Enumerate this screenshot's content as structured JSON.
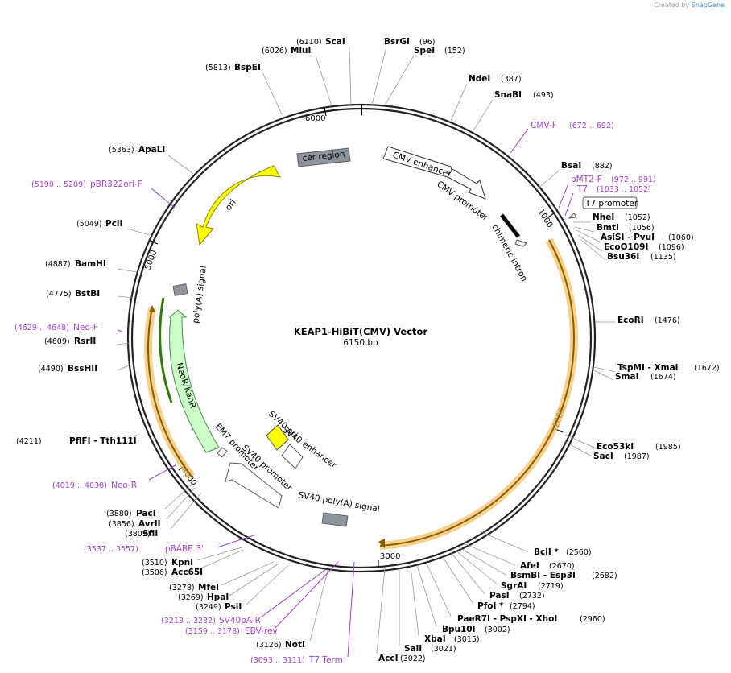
{
  "credit": {
    "prefix": "Created by",
    "brand": "SnapGene"
  },
  "title": "KEAP1-HiBiT(CMV) Vector",
  "subtitle": "6150 bp",
  "colors": {
    "backbone": "#222222",
    "primer": "#a63fd1",
    "ori": "#ffff00",
    "neo": "#cbffc8",
    "grey": "#8e959c",
    "orange": "#f3bd5b"
  },
  "ticks": [
    "1000",
    "2000",
    "3000",
    "4000",
    "5000",
    "6000"
  ],
  "enzymes": [
    {
      "name": "ScaI",
      "pos": "(6110)"
    },
    {
      "name": "BsrGI",
      "pos": "(96)"
    },
    {
      "name": "SpeI",
      "pos": "(152)"
    },
    {
      "name": "MluI",
      "pos": "(6026)"
    },
    {
      "name": "NdeI",
      "pos": "(387)"
    },
    {
      "name": "SnaBI",
      "pos": "(493)"
    },
    {
      "name": "BspEI",
      "pos": "(5813)"
    },
    {
      "name": "ApaLI",
      "pos": "(5363)"
    },
    {
      "name": "BsaI",
      "pos": "(882)"
    },
    {
      "name": "PciI",
      "pos": "(5049)"
    },
    {
      "name": "NheI",
      "pos": "(1052)"
    },
    {
      "name": "BmtI",
      "pos": "(1056)"
    },
    {
      "name": "AsiSI - PvuI",
      "pos": "(1060)"
    },
    {
      "name": "EcoO109I",
      "pos": "(1096)"
    },
    {
      "name": "Bsu36I",
      "pos": "(1135)"
    },
    {
      "name": "BamHI",
      "pos": "(4887)"
    },
    {
      "name": "BstBI",
      "pos": "(4775)"
    },
    {
      "name": "EcoRI",
      "pos": "(1476)"
    },
    {
      "name": "RsrII",
      "pos": "(4609)"
    },
    {
      "name": "TspMI - XmaI",
      "pos": "(1672)"
    },
    {
      "name": "SmaI",
      "pos": "(1674)"
    },
    {
      "name": "BssHII",
      "pos": "(4490)"
    },
    {
      "name": "PflFI - Tth111I",
      "pos": "(4211)"
    },
    {
      "name": "Eco53kI",
      "pos": "(1985)"
    },
    {
      "name": "SacI",
      "pos": "(1987)"
    },
    {
      "name": "PacI",
      "pos": "(3880)"
    },
    {
      "name": "AvrII",
      "pos": "(3856)"
    },
    {
      "name": "SfiI",
      "pos": "(3809)"
    },
    {
      "name": "BclI *",
      "pos": "(2560)"
    },
    {
      "name": "AfeI",
      "pos": "(2670)"
    },
    {
      "name": "BsmBI - Esp3I",
      "pos": "(2682)"
    },
    {
      "name": "KpnI",
      "pos": "(3510)"
    },
    {
      "name": "SgrAI",
      "pos": "(2719)"
    },
    {
      "name": "Acc65I",
      "pos": "(3506)"
    },
    {
      "name": "PasI",
      "pos": "(2732)"
    },
    {
      "name": "MfeI",
      "pos": "(3278)"
    },
    {
      "name": "PfoI *",
      "pos": "(2794)"
    },
    {
      "name": "HpaI",
      "pos": "(3269)"
    },
    {
      "name": "PsiI",
      "pos": "(3249)"
    },
    {
      "name": "PaeR7I - PspXI - XhoI",
      "pos": "(2960)"
    },
    {
      "name": "Bpu10I",
      "pos": "(3002)"
    },
    {
      "name": "XbaI",
      "pos": "(3015)"
    },
    {
      "name": "NotI",
      "pos": "(3126)"
    },
    {
      "name": "SalI",
      "pos": "(3021)"
    },
    {
      "name": "AccI",
      "pos": "(3022)"
    }
  ],
  "primers": [
    {
      "name": "CMV-F",
      "range": "(672 .. 692)"
    },
    {
      "name": "pMT2-F",
      "range": "(972 .. 991)"
    },
    {
      "name": "T7",
      "range": "(1033 .. 1052)"
    },
    {
      "name": "pBR322ori-F",
      "range": "(5190 .. 5209)"
    },
    {
      "name": "Neo-F",
      "range": "(4629 .. 4648)"
    },
    {
      "name": "Neo-R",
      "range": "(4019 .. 4038)"
    },
    {
      "name": "pBABE 3'",
      "range": "(3537 .. 3557)"
    },
    {
      "name": "SV40pA-R",
      "range": "(3213 .. 3232)"
    },
    {
      "name": "EBV-rev",
      "range": "(3159 .. 3178)"
    },
    {
      "name": "T7 Term",
      "range": "(3093 .. 3111)"
    }
  ],
  "features": {
    "t7_promoter": "T7 promoter",
    "cer_region": "cer region",
    "cmv_enhancer": "CMV enhancer",
    "cmv_promoter": "CMV promoter",
    "chimeric_intron": "chimeric intron",
    "ori": "ori",
    "polya_signal": "poly(A) signal",
    "neo_kanr": "NeoR/KanR",
    "em7_promoter": "EM7 promoter",
    "sv40_ori": "SV40 ori",
    "sv40_enhancer": "SV40 enhancer",
    "sv40_promoter": "SV40 promoter",
    "sv40_polya": "SV40 poly(A) signal"
  }
}
